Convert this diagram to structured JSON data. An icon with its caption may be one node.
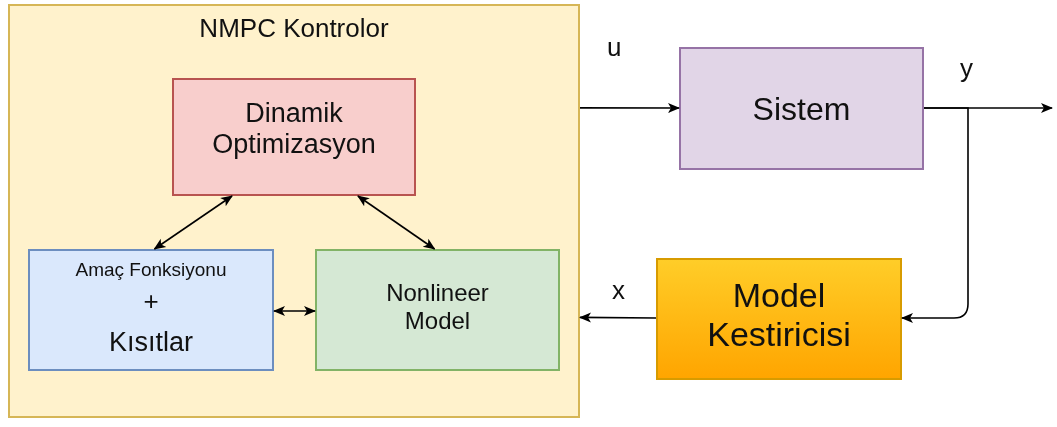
{
  "diagram": {
    "nodes": [
      {
        "text": [
          "NMPC Kontrolor"
        ]
      },
      {
        "text": [
          "Dinamik Optimizasyon"
        ],
        "in": 0
      },
      {
        "text": [
          "Amaç Fonksiyonu",
          "+",
          "Kısıtlar"
        ],
        "in": 0
      },
      {
        "text": [
          "Nonlineer Model"
        ],
        "in": 0
      },
      {
        "text": [
          "Sistem"
        ]
      },
      {
        "text": [
          "Model Kestiricisi"
        ]
      }
    ],
    "edges": [
      {
        "from": 1,
        "to": 2,
        "arrow": "both"
      },
      {
        "from": 1,
        "to": 3,
        "arrow": "both"
      },
      {
        "from": 2,
        "to": 3,
        "arrow": "both"
      },
      {
        "from": 0,
        "to": 4,
        "arrow": "to",
        "label": "u"
      },
      {
        "from": 4,
        "to": null,
        "arrow": "to",
        "label": "y"
      },
      {
        "from": 4,
        "to": 5,
        "arrow": "to"
      },
      {
        "from": 5,
        "to": 0,
        "arrow": "to",
        "label": "x"
      }
    ]
  }
}
